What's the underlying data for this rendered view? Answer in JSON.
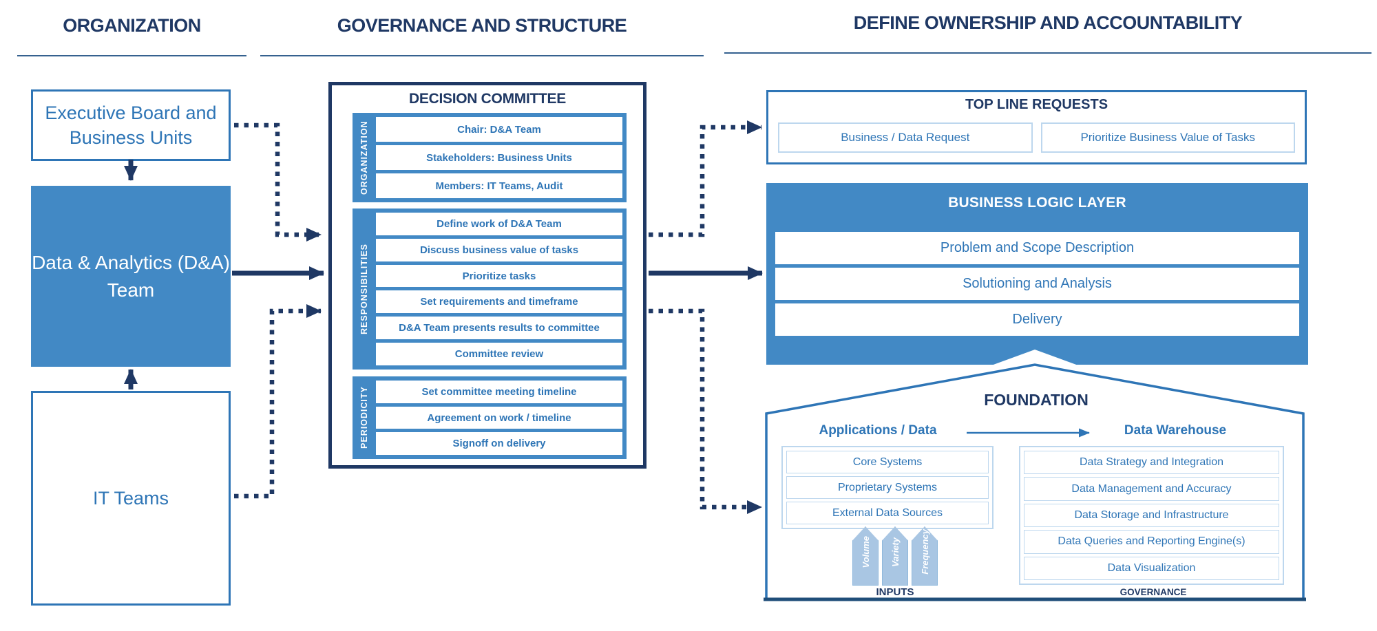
{
  "headers": [
    {
      "label": "ORGANIZATION"
    },
    {
      "label": "GOVERNANCE AND STRUCTURE"
    },
    {
      "label": "DEFINE OWNERSHIP AND ACCOUNTABILITY"
    }
  ],
  "organization": {
    "executive_board": "Executive Board and Business Units",
    "da_team": "Data & Analytics (D&A) Team",
    "it_teams": "IT Teams"
  },
  "committee": {
    "title": "DECISION COMMITTEE",
    "groups": [
      {
        "label": "ORGANIZATION",
        "rows": [
          "Chair: D&A Team",
          "Stakeholders: Business Units",
          "Members: IT Teams, Audit"
        ]
      },
      {
        "label": "RESPONSIBILITIES",
        "rows": [
          "Define work of D&A Team",
          "Discuss business value of tasks",
          "Prioritize tasks",
          "Set requirements and timeframe",
          "D&A Team presents results to committee",
          "Committee review"
        ]
      },
      {
        "label": "PERIODICITY",
        "rows": [
          "Set committee meeting timeline",
          "Agreement on work / timeline",
          "Signoff on delivery"
        ]
      }
    ]
  },
  "top_line_requests": {
    "title": "TOP LINE REQUESTS",
    "items": [
      "Business / Data Request",
      "Prioritize Business Value of Tasks"
    ]
  },
  "business_logic_layer": {
    "title": "BUSINESS LOGIC LAYER",
    "rows": [
      "Problem and Scope Description",
      "Solutioning and Analysis",
      "Delivery"
    ]
  },
  "foundation": {
    "title": "FOUNDATION",
    "applications_label": "Applications / Data",
    "warehouse_label": "Data Warehouse",
    "applications_rows": [
      "Core Systems",
      "Proprietary Systems",
      "External Data Sources"
    ],
    "inputs_arrows": [
      "Volume",
      "Variety",
      "Frequency"
    ],
    "inputs_label": "INPUTS",
    "warehouse_rows": [
      "Data Strategy and Integration",
      "Data Management and Accuracy",
      "Data Storage and Infrastructure",
      "Data Queries and Reporting Engine(s)",
      "Data Visualization"
    ],
    "governance_label": "GOVERNANCE"
  },
  "colors": {
    "navy": "#1F3864",
    "medium_blue": "#2E75B6",
    "solid_fill_blue": "#4289C5",
    "light_border_blue": "#BDD7EE",
    "input_chip_fill": "#A9C6E3",
    "house_base_line": "#1F4E79"
  }
}
